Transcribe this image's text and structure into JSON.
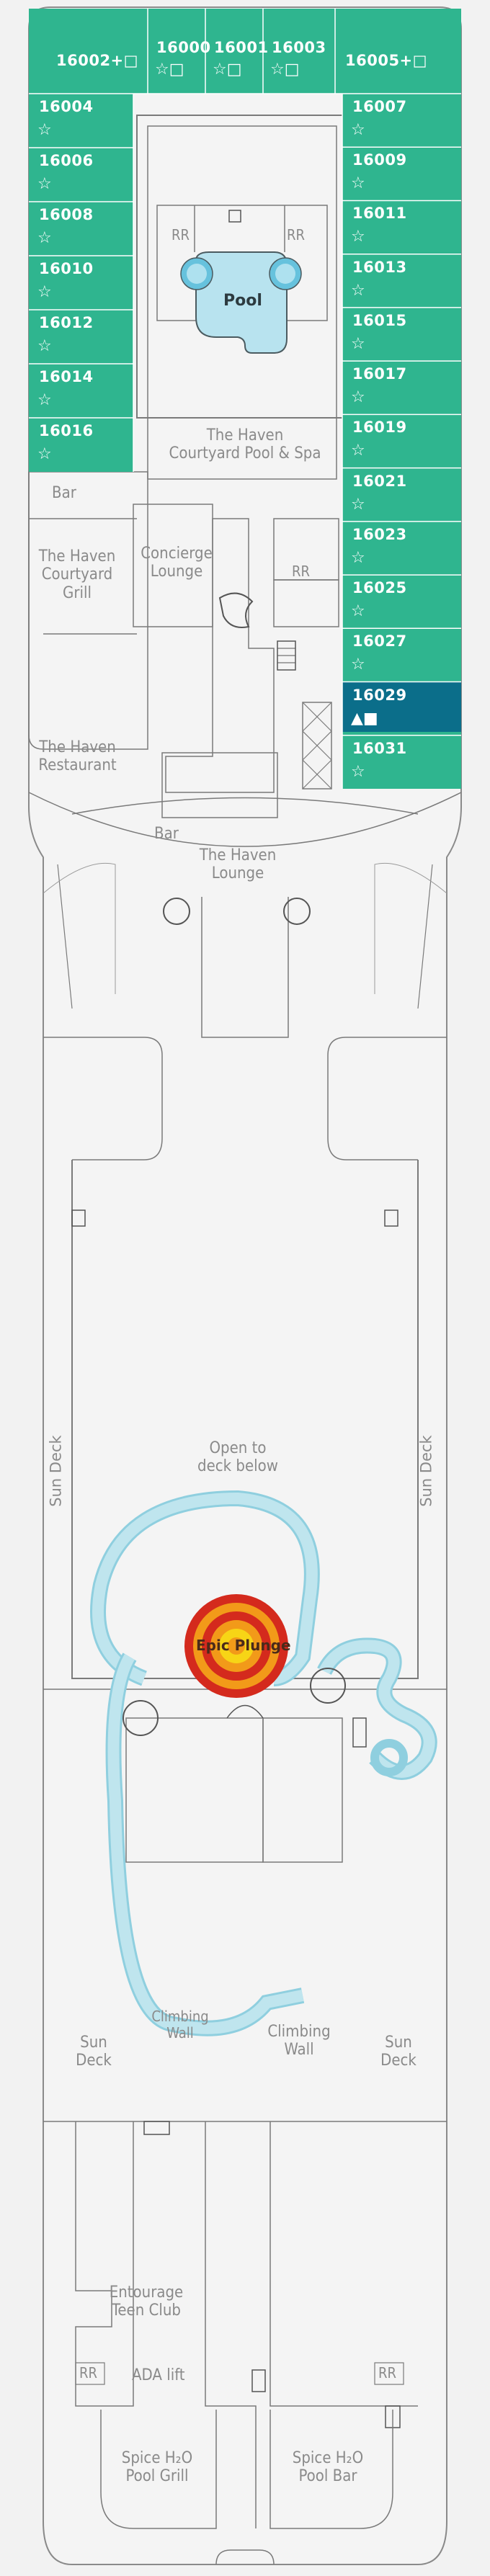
{
  "colors": {
    "cabin_green": "#2fb58f",
    "cabin_green_dark": "#249b7b",
    "cabin_blue": "#0b6e8a",
    "background": "#f2f2f2",
    "line": "#6b6b6b",
    "pool_blue": "#b8e3ef",
    "waterslide": "#bfe5ee",
    "epic_outer": "#d42a1d",
    "epic_mid": "#f29a19",
    "epic_inner": "#f7d516"
  },
  "cabins": {
    "top": [
      {
        "number": "16002",
        "symbols": "+□"
      },
      {
        "number": "16000",
        "symbols": "☆□"
      },
      {
        "number": "16001",
        "symbols": "☆□"
      },
      {
        "number": "16003",
        "symbols": "☆□"
      },
      {
        "number": "16005",
        "symbols": "+□"
      }
    ],
    "left": [
      {
        "number": "16004",
        "symbols": "☆"
      },
      {
        "number": "16006",
        "symbols": "☆"
      },
      {
        "number": "16008",
        "symbols": "☆"
      },
      {
        "number": "16010",
        "symbols": "☆"
      },
      {
        "number": "16012",
        "symbols": "☆"
      },
      {
        "number": "16014",
        "symbols": "☆"
      },
      {
        "number": "16016",
        "symbols": "☆"
      }
    ],
    "right": [
      {
        "number": "16007",
        "symbols": "☆"
      },
      {
        "number": "16009",
        "symbols": "☆"
      },
      {
        "number": "16011",
        "symbols": "☆"
      },
      {
        "number": "16013",
        "symbols": "☆"
      },
      {
        "number": "16015",
        "symbols": "☆"
      },
      {
        "number": "16017",
        "symbols": "☆"
      },
      {
        "number": "16019",
        "symbols": "☆"
      },
      {
        "number": "16021",
        "symbols": "☆"
      },
      {
        "number": "16023",
        "symbols": "☆"
      },
      {
        "number": "16025",
        "symbols": "☆"
      },
      {
        "number": "16027",
        "symbols": "☆"
      },
      {
        "number": "16029",
        "symbols": "▲■",
        "accessible": true
      },
      {
        "number": "16031",
        "symbols": "☆"
      }
    ]
  },
  "labels": {
    "rr1": "RR",
    "rr2": "RR",
    "rr3": "RR",
    "rr4": "RR",
    "rr5": "RR",
    "pool": "Pool",
    "courtyard_pool": "The Haven\nCourtyard Pool & Spa",
    "bar1": "Bar",
    "bar2": "Bar",
    "courtyard_grill": "The Haven\nCourtyard\nGrill",
    "concierge": "Concierge\nLounge",
    "restaurant": "The Haven\nRestaurant",
    "haven_lounge": "The Haven\nLounge",
    "open_to_deck": "Open to\ndeck below",
    "sun_deck_left_vert": "Sun Deck",
    "sun_deck_right_vert": "Sun Deck",
    "epic_plunge": "Epic Plunge",
    "sun_deck_left": "Sun\nDeck",
    "sun_deck_right": "Sun\nDeck",
    "climbing_wall1": "Climbing\nWall",
    "climbing_wall2": "Climbing\nWall",
    "teen_club": "Entourage\nTeen Club",
    "ada_lift": "ADA lift",
    "spice_grill": "Spice H₂O\nPool Grill",
    "spice_bar": "Spice H₂O\nPool Bar"
  }
}
